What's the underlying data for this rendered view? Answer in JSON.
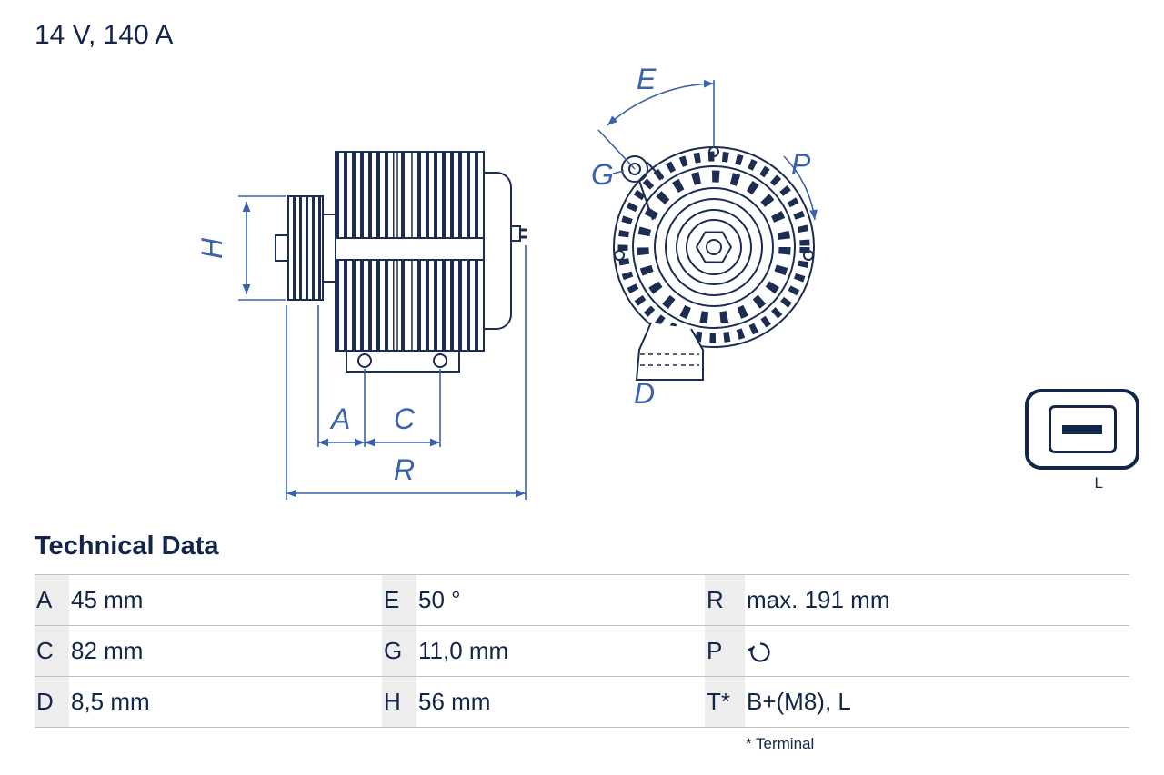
{
  "title": "14 V, 140 A",
  "diagram": {
    "dim_labels": {
      "H": "H",
      "A": "A",
      "C": "C",
      "R": "R",
      "E": "E",
      "G": "G",
      "P": "P",
      "D": "D"
    }
  },
  "connector": {
    "label": "L"
  },
  "technical_data": {
    "heading": "Technical Data",
    "rows": [
      [
        {
          "key": "A",
          "value": "45 mm"
        },
        {
          "key": "E",
          "value": "50 °"
        },
        {
          "key": "R",
          "value": "max. 191 mm"
        }
      ],
      [
        {
          "key": "C",
          "value": "82 mm"
        },
        {
          "key": "G",
          "value": "11,0 mm"
        },
        {
          "key": "P",
          "value": "",
          "icon": "rotation-clockwise"
        }
      ],
      [
        {
          "key": "D",
          "value": "8,5 mm"
        },
        {
          "key": "H",
          "value": "56 mm"
        },
        {
          "key": "T*",
          "value": "B+(M8), L"
        }
      ]
    ],
    "footnote": "* Terminal"
  },
  "colors": {
    "text": "#13264a",
    "drawing_line": "#1d2c52",
    "dimension_blue": "#3a62ae",
    "key_bg": "#ededed",
    "row_line": "#c0c0c0"
  }
}
